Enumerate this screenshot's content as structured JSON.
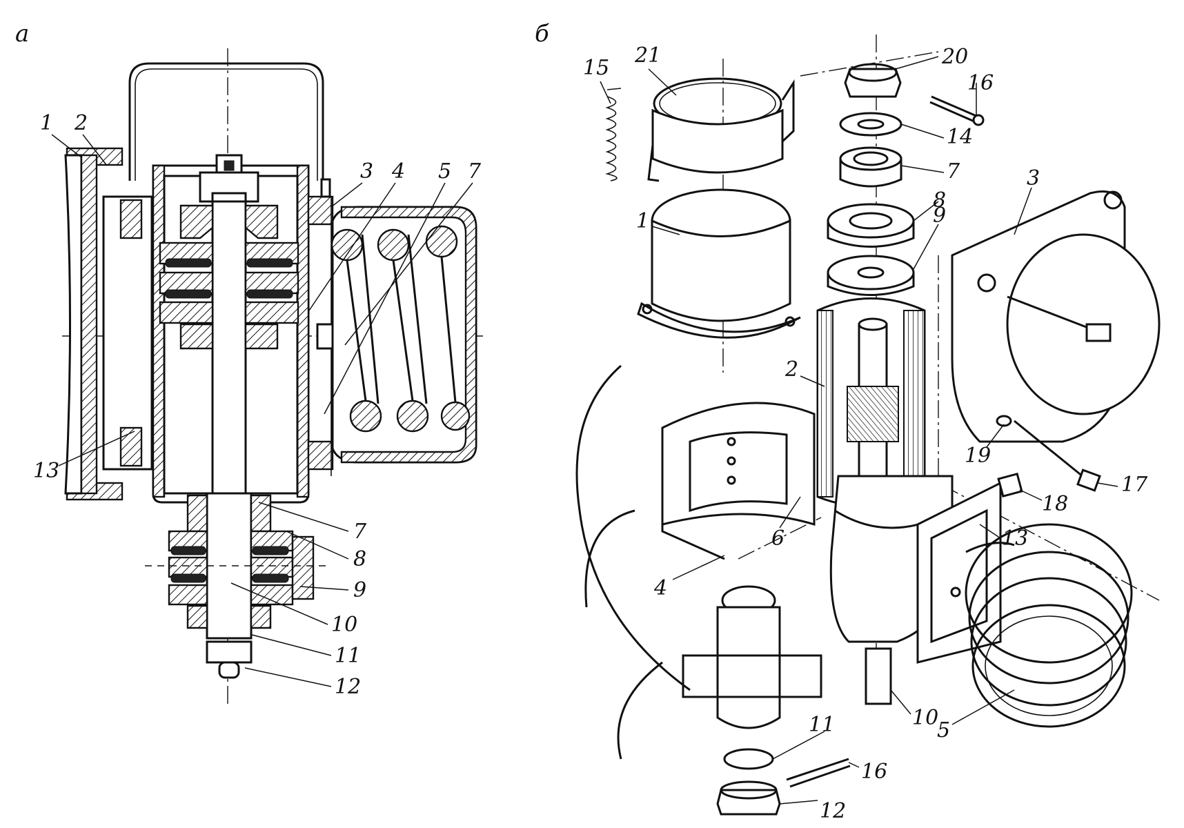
{
  "panels": {
    "a": {
      "label": "a"
    },
    "b": {
      "label": "б"
    }
  },
  "callouts_a": [
    "1",
    "2",
    "3",
    "4",
    "5",
    "7",
    "13",
    "7",
    "8",
    "9",
    "10",
    "11",
    "12"
  ],
  "callouts_b": [
    "21",
    "15",
    "20",
    "16",
    "14",
    "7",
    "8",
    "9",
    "3",
    "1",
    "2",
    "19",
    "17",
    "18",
    "6",
    "4",
    "13",
    "10",
    "5",
    "11",
    "16",
    "12"
  ]
}
